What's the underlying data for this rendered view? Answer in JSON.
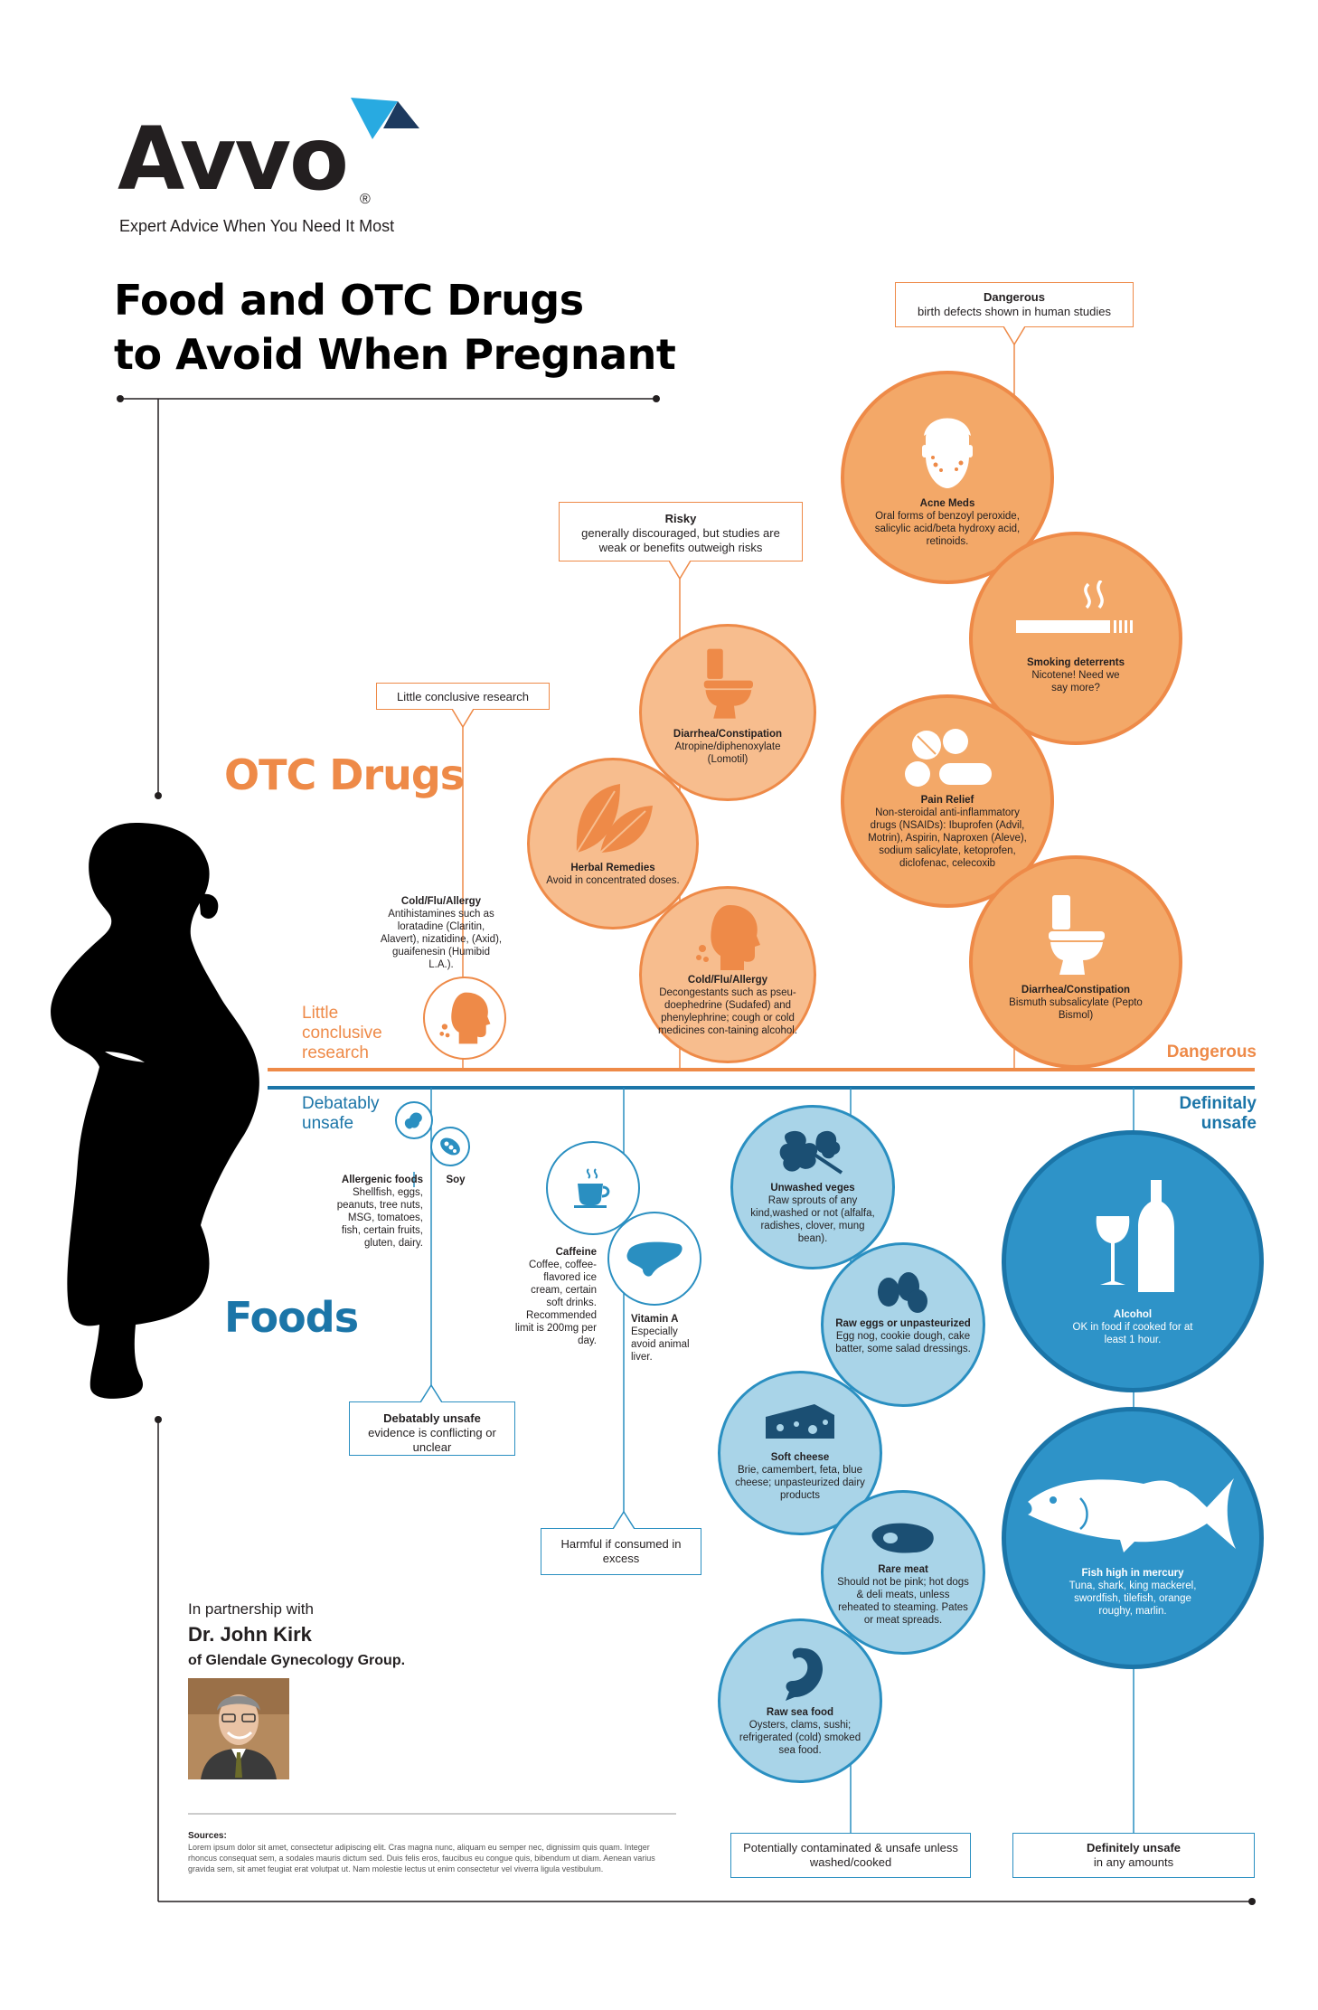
{
  "logo": {
    "word": "Avvo",
    "registered": "®",
    "tagline": "Expert Advice When You Need It Most"
  },
  "title": {
    "line1": "Food and OTC Drugs",
    "line2": "to Avoid When Pregnant"
  },
  "sections": {
    "otc": "OTC Drugs",
    "foods": "Foods"
  },
  "colors": {
    "orange": "#ee8a48",
    "orange_fill": "#f3a868",
    "blue": "#1b75a8",
    "blue_fill": "#2e93c8",
    "light_blue": "#a9d4e8"
  },
  "tiers": {
    "little_research": "Little conclusive research",
    "dangerous": "Dangerous",
    "debatably_unsafe": "Debatably unsafe",
    "definitely_unsafe": "Definitaly unsafe"
  },
  "callouts": {
    "dangerous": {
      "heading": "Dangerous",
      "text": "birth defects shown in human studies"
    },
    "risky": {
      "heading": "Risky",
      "text": "generally discouraged, but studies are weak or benefits outweigh risks"
    },
    "little": {
      "text": "Little conclusive research"
    },
    "debatable": {
      "heading": "Debatably unsafe",
      "text": "evidence is conflicting or unclear"
    },
    "excess": {
      "text": "Harmful if consumed in excess"
    },
    "contaminated": {
      "text": "Potentially contaminated & unsafe unless washed/cooked"
    },
    "definite": {
      "heading": "Definitely unsafe",
      "text": "in any amounts"
    }
  },
  "otc_items": [
    {
      "title": "Acne Meds",
      "text": "Oral forms of benzoyl peroxide, salicylic acid/beta hydroxy acid, retinoids.",
      "icon": "face-acne-icon"
    },
    {
      "title": "Smoking deterrents",
      "text": "Nicotene! Need we say more?",
      "icon": "cigarette-icon"
    },
    {
      "title": "Pain Relief",
      "text": "Non-steroidal anti-inflammatory drugs (NSAIDs): Ibuprofen (Advil, Motrin), Aspirin, Naproxen (Aleve), sodium salicylate, ketoprofen, diclofenac, celecoxib",
      "icon": "pills-icon"
    },
    {
      "title": "Diarrhea/Constipation",
      "text": "Bismuth subsalicylate (Pepto Bismol)",
      "icon": "toilet-icon"
    },
    {
      "title": "Diarrhea/Constipation",
      "text": "Atropine/diphenoxylate (Lomotil)",
      "icon": "toilet-icon"
    },
    {
      "title": "Herbal Remedies",
      "text": "Avoid in concentrated doses.",
      "icon": "leaf-icon"
    },
    {
      "title": "Cold/Flu/Allergy",
      "text": "Decongestants such as pseu-doephedrine (Sudafed) and phenylephrine; cough or cold medicines con-taining alcohol.",
      "icon": "sneeze-icon"
    },
    {
      "title": "Cold/Flu/Allergy",
      "text": "Antihistamines such as loratadine (Claritin, Alavert), nizatidine, (Axid), guaifenesin (Humibid L.A.).",
      "icon": "sneeze-icon"
    }
  ],
  "food_items": [
    {
      "title": "Allergenic foods",
      "text": "Shellfish, eggs, peanuts, tree nuts, MSG, tomatoes, fish, certain fruits, gluten, dairy.",
      "icon": "peanut-icon"
    },
    {
      "title": "Soy",
      "text": "",
      "icon": "soy-icon"
    },
    {
      "title": "Caffeine",
      "text": "Coffee, coffee-flavored ice cream, certain soft drinks. Recommended limit is 200mg per day.",
      "icon": "coffee-icon"
    },
    {
      "title": "Vitamin A",
      "text": "Especially avoid animal liver.",
      "icon": "liver-icon"
    },
    {
      "title": "Unwashed veges",
      "text": "Raw sprouts of any kind,washed or not (alfalfa, radishes, clover, mung bean).",
      "icon": "vegetable-icon"
    },
    {
      "title": "Raw eggs or unpasteurized",
      "text": "Egg nog, cookie dough, cake batter, some salad dressings.",
      "icon": "eggs-icon"
    },
    {
      "title": "Soft cheese",
      "text": "Brie, camembert, feta, blue cheese; unpasteurized dairy products",
      "icon": "cheese-icon"
    },
    {
      "title": "Rare meat",
      "text": "Should not be pink; hot dogs & deli meats, unless reheated to steaming. Pates or meat spreads.",
      "icon": "steak-icon"
    },
    {
      "title": "Raw sea food",
      "text": "Oysters, clams, sushi; refrigerated (cold) smoked sea food.",
      "icon": "shrimp-icon"
    },
    {
      "title": "Alcohol",
      "text": "OK in food if cooked for at least 1 hour.",
      "icon": "wine-icon"
    },
    {
      "title": "Fish high in mercury",
      "text": "Tuna, shark, king mackerel, swordfish, tilefish, orange roughy, marlin.",
      "icon": "fish-icon"
    }
  ],
  "partner": {
    "intro": "In partnership with",
    "name": "Dr. John Kirk",
    "org": "of Glendale Gynecology Group."
  },
  "sources": {
    "heading": "Sources:",
    "text": "Lorem ipsum dolor sit amet, consectetur adipiscing elit. Cras magna nunc, aliquam eu semper nec, dignissim quis quam. Integer rhoncus consequat sem, a sodales mauris dictum sed. Duis felis eros, faucibus eu congue quis, bibendum ut diam. Aenean varius gravida sem, sit amet feugiat erat volutpat ut. Nam molestie lectus ut enim consectetur vel viverra ligula vestibulum."
  }
}
